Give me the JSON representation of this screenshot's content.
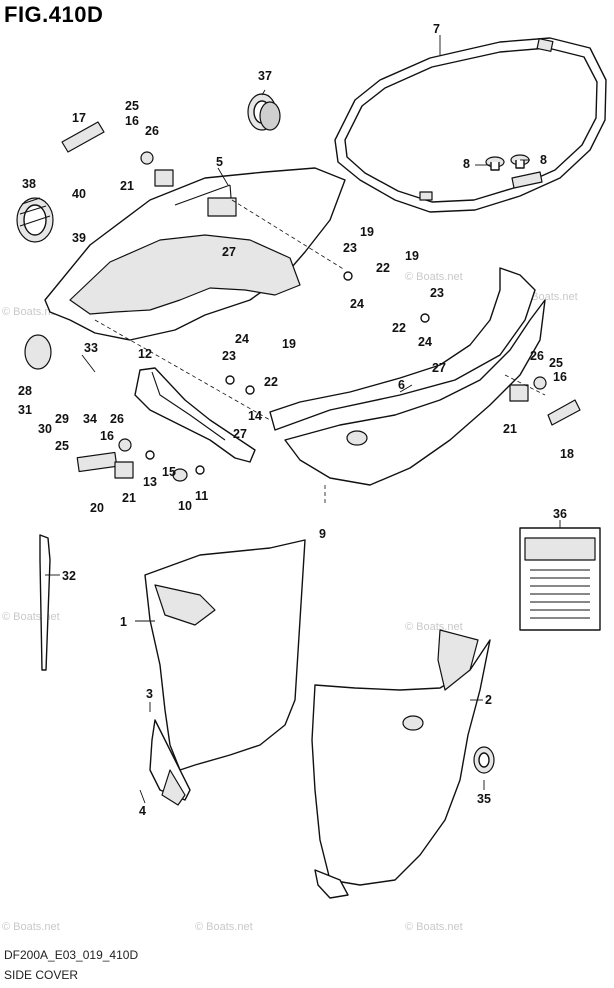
{
  "header": {
    "figure_title": "FIG.410D"
  },
  "footer": {
    "model_code": "DF200A_E03_019_410D",
    "section_name": "SIDE COVER"
  },
  "watermark": {
    "text": "© Boats.net"
  },
  "callouts": {
    "c1": "1",
    "c2": "2",
    "c3": "3",
    "c4": "4",
    "c5": "5",
    "c6": "6",
    "c7": "7",
    "c8a": "8",
    "c8b": "8",
    "c9": "9",
    "c10": "10",
    "c11": "11",
    "c12": "12",
    "c13": "13",
    "c14": "14",
    "c15": "15",
    "c16a": "16",
    "c16b": "16",
    "c16c": "16",
    "c17": "17",
    "c18": "18",
    "c19a": "19",
    "c19b": "19",
    "c19c": "19",
    "c20": "20",
    "c21a": "21",
    "c21b": "21",
    "c21c": "21",
    "c22a": "22",
    "c22b": "22",
    "c22c": "22",
    "c23a": "23",
    "c23b": "23",
    "c23c": "23",
    "c24a": "24",
    "c24b": "24",
    "c24c": "24",
    "c25a": "25",
    "c25b": "25",
    "c25c": "25",
    "c26a": "26",
    "c26b": "26",
    "c26c": "26",
    "c27a": "27",
    "c27b": "27",
    "c27c": "27",
    "c28": "28",
    "c29": "29",
    "c30": "30",
    "c31": "31",
    "c32": "32",
    "c33": "33",
    "c34": "34",
    "c35": "35",
    "c36": "36",
    "c37": "37",
    "c38": "38",
    "c39": "39",
    "c40": "40"
  }
}
